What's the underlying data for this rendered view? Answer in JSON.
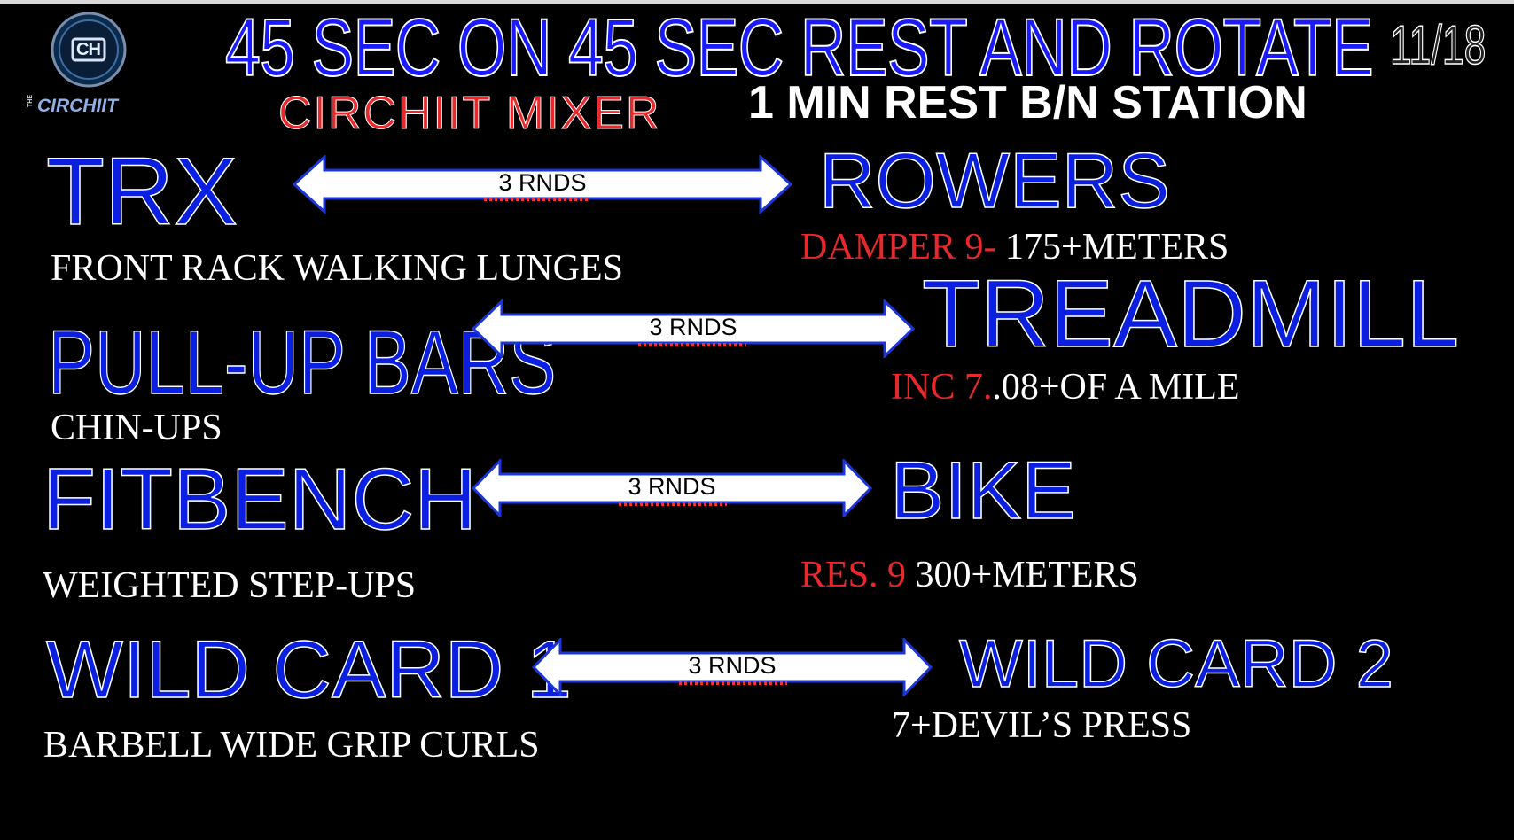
{
  "slide": {
    "title": "45 SEC ON 45 SEC REST AND ROTATE",
    "page": "11/18",
    "subtitle_left": "CIRCHIIT MIXER",
    "subtitle_right": "1 MIN REST B/N STATION",
    "logo": {
      "monogram": "CH",
      "small": "THE",
      "word": "CIRCHIIT"
    },
    "colors": {
      "background": "#000000",
      "station_blue": "#0b1fe0",
      "accent_red": "#e8292c",
      "text_white": "#ffffff"
    }
  },
  "stations": {
    "trx": {
      "name": "TRX",
      "detail": "FRONT RACK WALKING LUNGES"
    },
    "rowers": {
      "name": "ROWERS",
      "detail_red": "DAMPER 9- ",
      "detail": "175+METERS"
    },
    "pullup": {
      "name": "PULL-UP BARS",
      "detail": "CHIN-UPS"
    },
    "treadmill": {
      "name": "TREADMILL",
      "detail_red": "INC 7.",
      "detail": ".08+OF A MILE"
    },
    "fitbench": {
      "name": "FITBENCH",
      "detail": "WEIGHTED STEP-UPS"
    },
    "bike": {
      "name": "BIKE",
      "detail_red": "RES. 9 ",
      "detail": "300+METERS"
    },
    "wild1": {
      "name": "WILD CARD 1",
      "detail": "BARBELL WIDE GRIP CURLS"
    },
    "wild2": {
      "name": "WILD CARD 2",
      "detail": "7+DEVIL’S PRESS"
    }
  },
  "arrows": [
    {
      "label": "3 RNDS"
    },
    {
      "label": "3 RNDS"
    },
    {
      "label": "3 RNDS"
    },
    {
      "label": "3 RNDS"
    }
  ]
}
